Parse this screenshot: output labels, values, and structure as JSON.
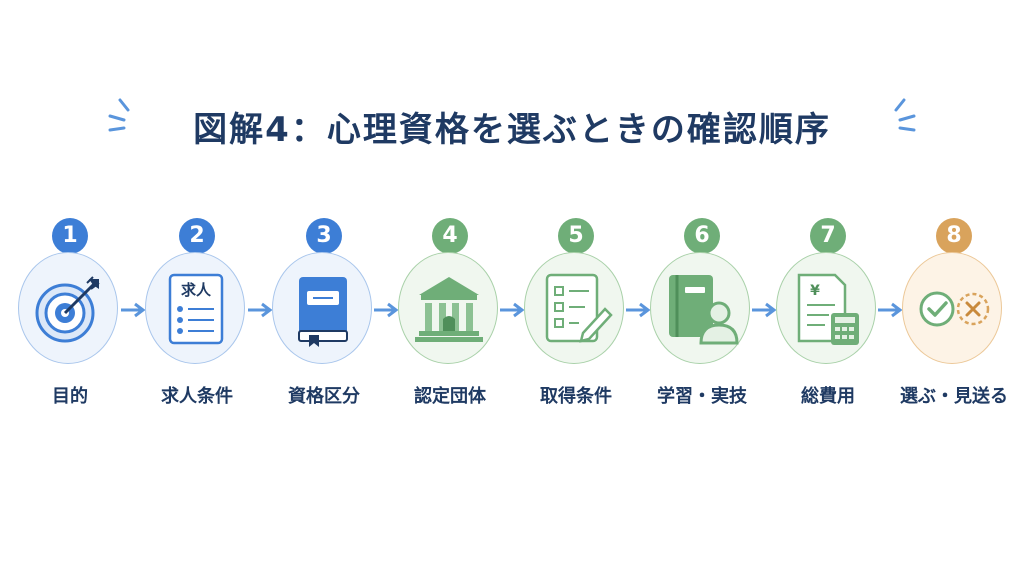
{
  "title": "図解4：心理資格を選ぶときの確認順序",
  "steps": [
    {
      "num": "1",
      "label": "目的",
      "icon": "target-icon",
      "color": "blue"
    },
    {
      "num": "2",
      "label": "求人条件",
      "icon": "job-listing-icon",
      "icon_text": "求人",
      "color": "blue"
    },
    {
      "num": "3",
      "label": "資格区分",
      "icon": "book-icon",
      "color": "blue"
    },
    {
      "num": "4",
      "label": "認定団体",
      "icon": "institution-icon",
      "color": "green"
    },
    {
      "num": "5",
      "label": "取得条件",
      "icon": "checklist-icon",
      "color": "green"
    },
    {
      "num": "6",
      "label": "学習・実技",
      "icon": "study-book-person-icon",
      "color": "green"
    },
    {
      "num": "7",
      "label": "総費用",
      "icon": "invoice-calculator-icon",
      "icon_text": "¥",
      "color": "green"
    },
    {
      "num": "8",
      "label": "選ぶ・見送る",
      "icon": "check-and-cross-icon",
      "color": "orange"
    }
  ],
  "colors": {
    "blue": "#3d7ed6",
    "green": "#6fae78",
    "orange": "#d9a35c",
    "title": "#1f3a63",
    "arrow": "#5a95dc"
  }
}
